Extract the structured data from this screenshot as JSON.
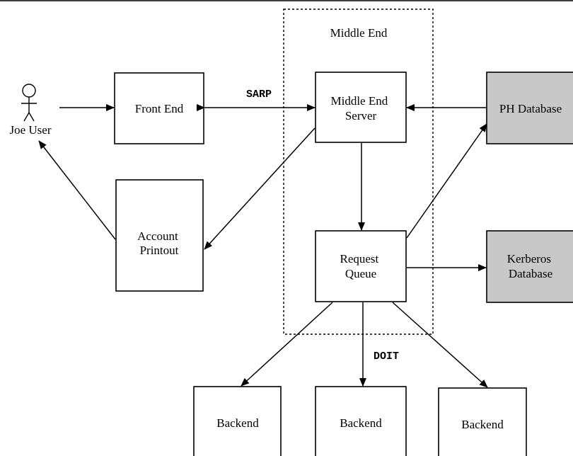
{
  "middle_end_group": {
    "label": "Middle End"
  },
  "nodes": {
    "user": "Joe User",
    "front_end": "Front End",
    "middle_end_server": [
      "Middle End",
      "Server"
    ],
    "ph_database": "PH Database",
    "account_printout": [
      "Account",
      "Printout"
    ],
    "request_queue": [
      "Request",
      "Queue"
    ],
    "kerberos_database": [
      "Kerberos",
      "Database"
    ],
    "backend_1": "Backend",
    "backend_2": "Backend",
    "backend_3": "Backend"
  },
  "edge_labels": {
    "sarp": "SARP",
    "doit": "DOIT"
  },
  "colors": {
    "database_fill": "#c8c8c8",
    "line": "#000000"
  }
}
